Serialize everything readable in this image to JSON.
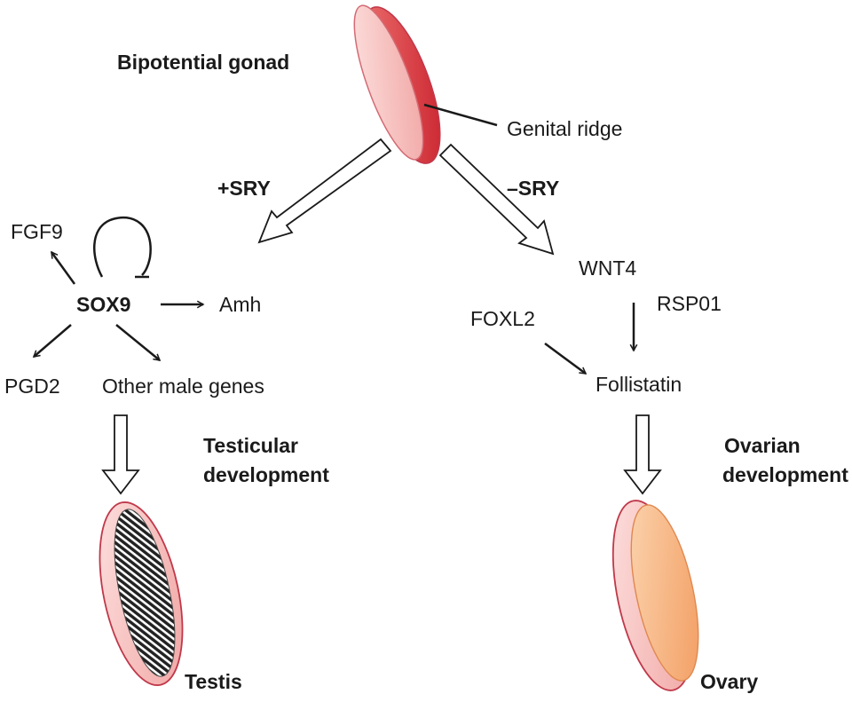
{
  "labels": {
    "bipotential_gonad": "Bipotential gonad",
    "genital_ridge": "Genital ridge",
    "plus_sry": "+SRY",
    "minus_sry": "–SRY",
    "fgf9": "FGF9",
    "sox9": "SOX9",
    "amh": "Amh",
    "pgd2": "PGD2",
    "other_male_genes": "Other male genes",
    "wnt4": "WNT4",
    "rsp01": "RSP01",
    "foxl2": "FOXL2",
    "follistatin": "Follistatin",
    "testicular_development_1": "Testicular",
    "testicular_development_2": "development",
    "ovarian_development_1": "Ovarian",
    "ovarian_development_2": "development",
    "testis": "Testis",
    "ovary": "Ovary"
  },
  "colors": {
    "gonad_pink": "#f4b3b0",
    "gonad_red": "#d8323a",
    "ovary_orange": "#f6b27c",
    "testis_hatch": "#222222",
    "stroke": "#1a1a1a"
  }
}
